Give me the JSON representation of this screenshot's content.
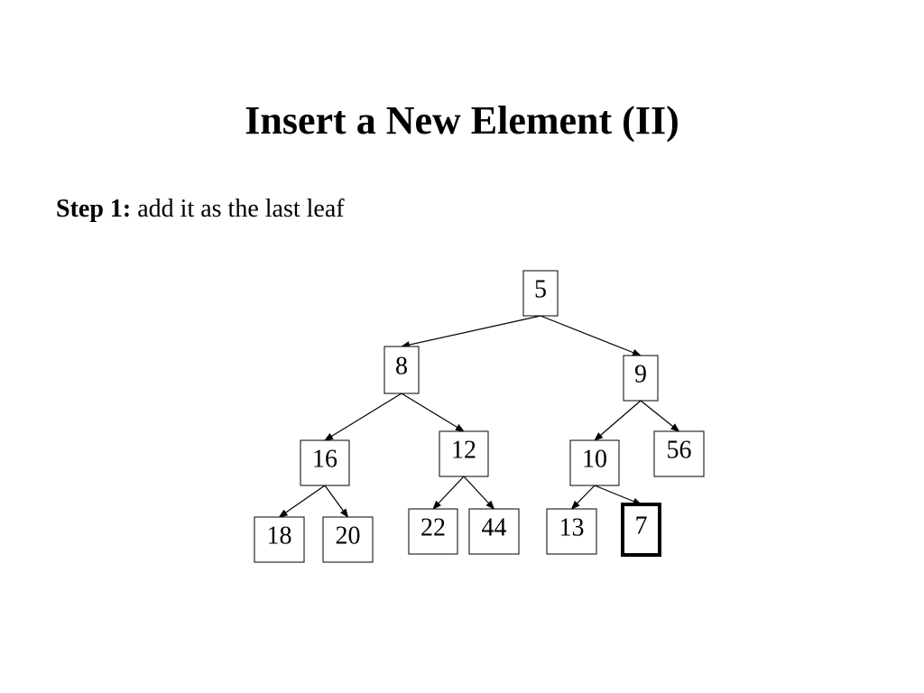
{
  "slide": {
    "title": "Insert a New Element (II)",
    "step_label": "Step 1:",
    "step_text": " add it as the last leaf"
  },
  "tree": {
    "nodes": [
      {
        "id": "n5",
        "label": "5"
      },
      {
        "id": "n8",
        "label": "8"
      },
      {
        "id": "n9",
        "label": "9"
      },
      {
        "id": "n16",
        "label": "16"
      },
      {
        "id": "n12",
        "label": "12"
      },
      {
        "id": "n10",
        "label": "10"
      },
      {
        "id": "n56",
        "label": "56"
      },
      {
        "id": "n18",
        "label": "18"
      },
      {
        "id": "n20",
        "label": "20"
      },
      {
        "id": "n22",
        "label": "22"
      },
      {
        "id": "n44",
        "label": "44"
      },
      {
        "id": "n13",
        "label": "13"
      },
      {
        "id": "n7",
        "label": "7",
        "highlight": true
      }
    ],
    "edges": [
      [
        "n5",
        "n8"
      ],
      [
        "n5",
        "n9"
      ],
      [
        "n8",
        "n16"
      ],
      [
        "n8",
        "n12"
      ],
      [
        "n9",
        "n10"
      ],
      [
        "n9",
        "n56"
      ],
      [
        "n16",
        "n18"
      ],
      [
        "n16",
        "n20"
      ],
      [
        "n12",
        "n22"
      ],
      [
        "n12",
        "n44"
      ],
      [
        "n10",
        "n13"
      ],
      [
        "n10",
        "n7"
      ]
    ]
  }
}
